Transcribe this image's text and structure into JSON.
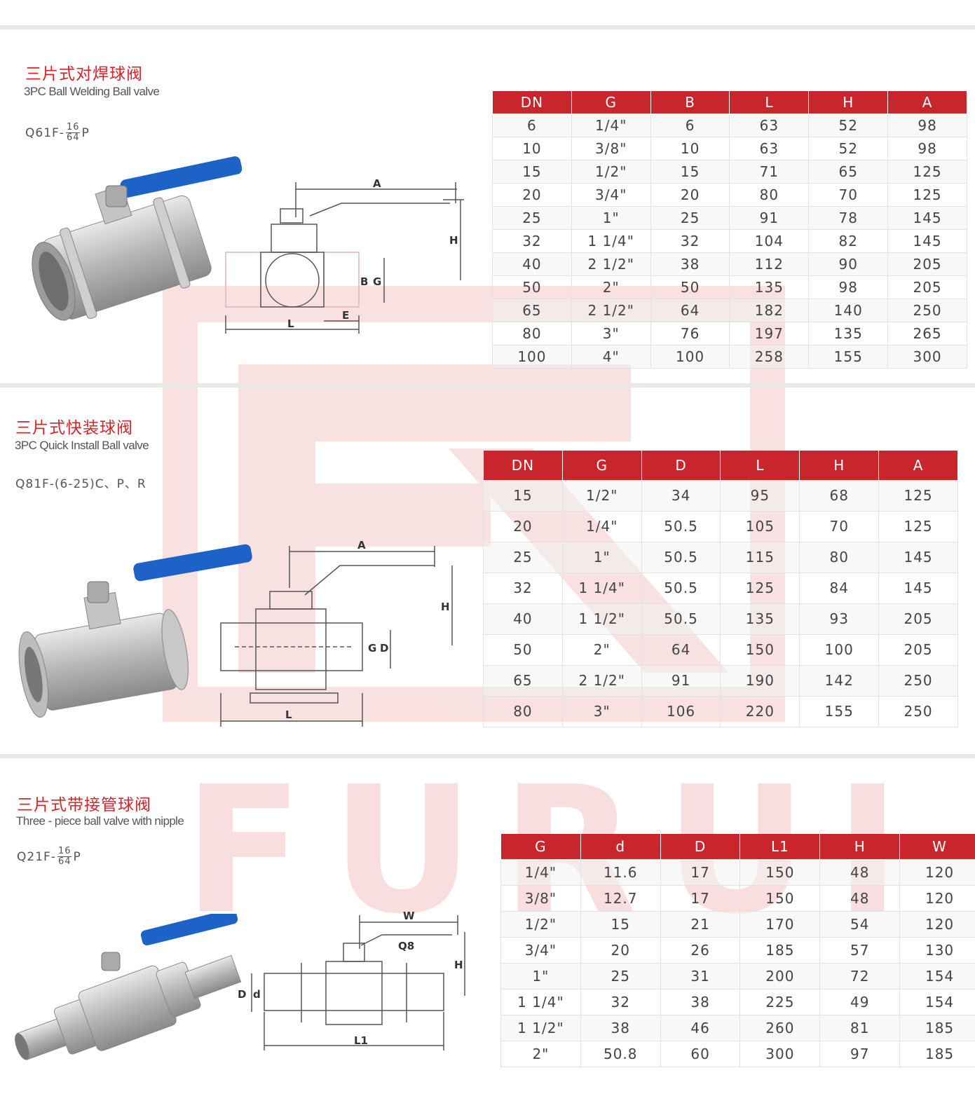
{
  "watermark": {
    "brand_text": "FURUI",
    "color": "#f6d9d9"
  },
  "sections": [
    {
      "title_cn": "三片式对焊球阀",
      "title_en": "3PC Ball Welding Ball valve",
      "model": {
        "prefix": "Q61F-",
        "frac_num": "16",
        "frac_den": "64",
        "suffix": "P"
      },
      "diagram_labels": {
        "A": "A",
        "H": "H",
        "B": "B",
        "G": "G",
        "L": "L",
        "E": "E"
      },
      "table": {
        "headers": [
          "DN",
          "G",
          "B",
          "L",
          "H",
          "A"
        ],
        "rows": [
          [
            "6",
            "1/4\"",
            "6",
            "63",
            "52",
            "98"
          ],
          [
            "10",
            "3/8\"",
            "10",
            "63",
            "52",
            "98"
          ],
          [
            "15",
            "1/2\"",
            "15",
            "71",
            "65",
            "125"
          ],
          [
            "20",
            "3/4\"",
            "20",
            "80",
            "70",
            "125"
          ],
          [
            "25",
            "1\"",
            "25",
            "91",
            "78",
            "145"
          ],
          [
            "32",
            "1 1/4\"",
            "32",
            "104",
            "82",
            "145"
          ],
          [
            "40",
            "2 1/2\"",
            "38",
            "112",
            "90",
            "205"
          ],
          [
            "50",
            "2\"",
            "50",
            "135",
            "98",
            "205"
          ],
          [
            "65",
            "2 1/2\"",
            "64",
            "182",
            "140",
            "250"
          ],
          [
            "80",
            "3\"",
            "76",
            "197",
            "135",
            "265"
          ],
          [
            "100",
            "4\"",
            "100",
            "258",
            "155",
            "300"
          ]
        ]
      }
    },
    {
      "title_cn": "三片式快装球阀",
      "title_en": "3PC Quick Install Ball valve",
      "model": {
        "prefix": "Q81F-(6-25)C、P、R"
      },
      "diagram_labels": {
        "A": "A",
        "H": "H",
        "G": "G",
        "D": "D",
        "L": "L"
      },
      "table": {
        "headers": [
          "DN",
          "G",
          "D",
          "L",
          "H",
          "A"
        ],
        "rows": [
          [
            "15",
            "1/2\"",
            "34",
            "95",
            "68",
            "125"
          ],
          [
            "20",
            "1/4\"",
            "50.5",
            "105",
            "70",
            "125"
          ],
          [
            "25",
            "1\"",
            "50.5",
            "115",
            "80",
            "145"
          ],
          [
            "32",
            "1 1/4\"",
            "50.5",
            "125",
            "84",
            "145"
          ],
          [
            "40",
            "1 1/2\"",
            "50.5",
            "135",
            "93",
            "205"
          ],
          [
            "50",
            "2\"",
            "64",
            "150",
            "100",
            "205"
          ],
          [
            "65",
            "2 1/2\"",
            "91",
            "190",
            "142",
            "250"
          ],
          [
            "80",
            "3\"",
            "106",
            "220",
            "155",
            "250"
          ]
        ]
      }
    },
    {
      "title_cn": "三片式带接管球阀",
      "title_en": "Three - piece ball valve with nipple",
      "model": {
        "prefix": "Q21F-",
        "frac_num": "16",
        "frac_den": "64",
        "suffix": "P"
      },
      "diagram_labels": {
        "W": "W",
        "Q8": "Q8",
        "H": "H",
        "D": "D",
        "d": "d",
        "L1": "L1"
      },
      "table": {
        "headers": [
          "G",
          "d",
          "D",
          "L1",
          "H",
          "W"
        ],
        "rows": [
          [
            "1/4\"",
            "11.6",
            "17",
            "150",
            "48",
            "120"
          ],
          [
            "3/8\"",
            "12.7",
            "17",
            "150",
            "48",
            "120"
          ],
          [
            "1/2\"",
            "15",
            "21",
            "170",
            "54",
            "120"
          ],
          [
            "3/4\"",
            "20",
            "26",
            "185",
            "57",
            "130"
          ],
          [
            "1\"",
            "25",
            "31",
            "200",
            "72",
            "154"
          ],
          [
            "1 1/4\"",
            "32",
            "38",
            "225",
            "49",
            "154"
          ],
          [
            "1 1/2\"",
            "38",
            "46",
            "260",
            "81",
            "185"
          ],
          [
            "2\"",
            "50.8",
            "60",
            "300",
            "97",
            "185"
          ]
        ]
      }
    }
  ]
}
